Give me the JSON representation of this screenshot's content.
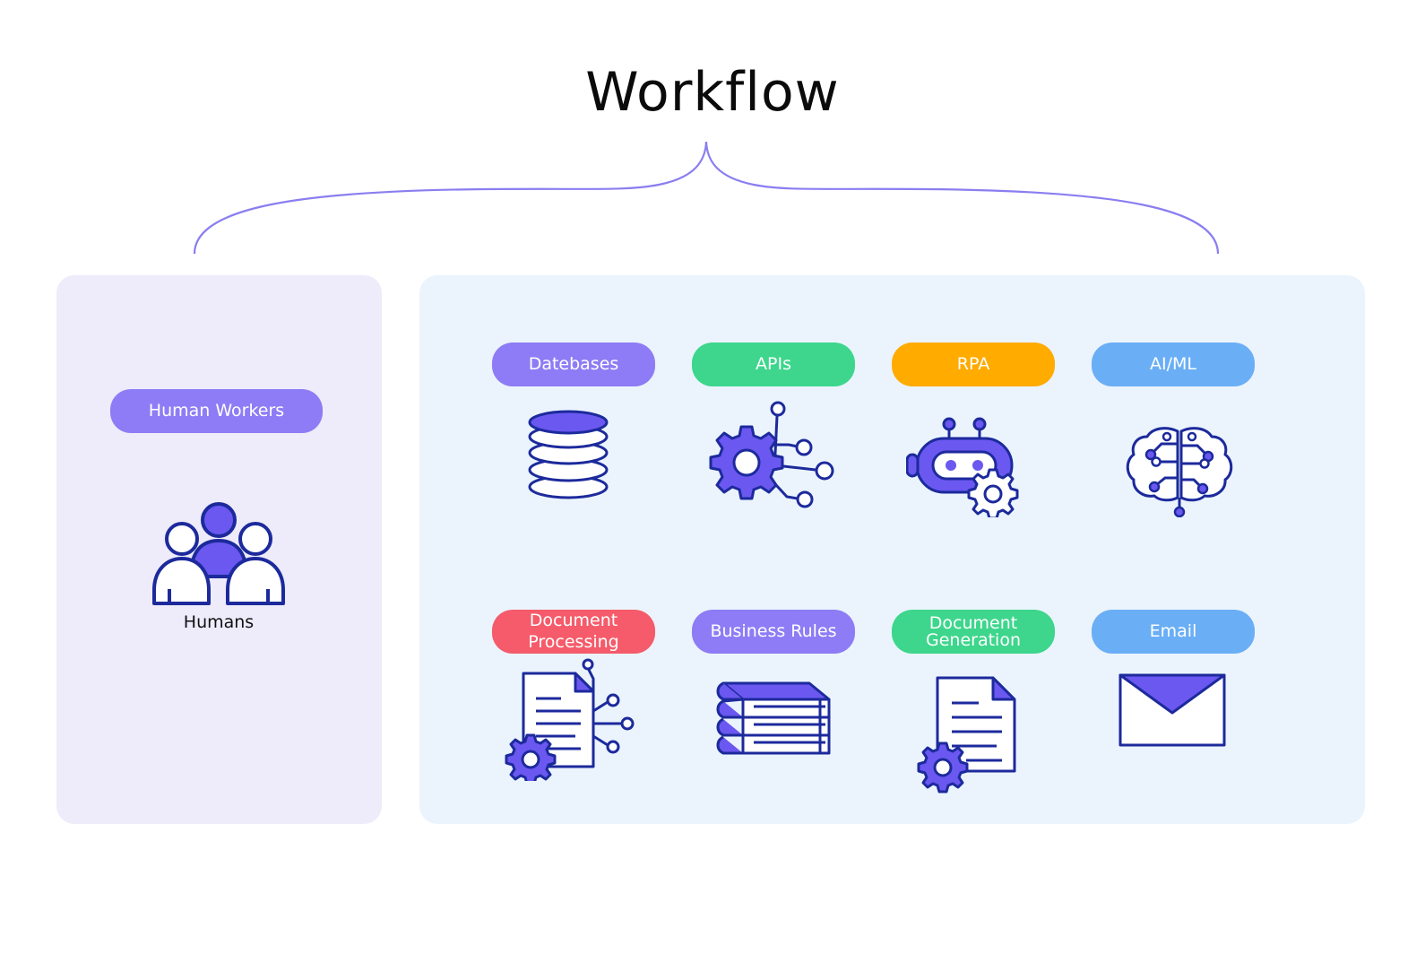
{
  "title": "Workflow",
  "colors": {
    "purple": "#8d7cf5",
    "green": "#3dd68c",
    "orange": "#ffab00",
    "blue": "#6aaef5",
    "red": "#f55b6a",
    "icon_fill": "#6b58f0",
    "icon_stroke": "#1c2a9c",
    "left_panel": "#eeebfa",
    "right_panel": "#ebf4fd",
    "brace": "#8a7ef0"
  },
  "human": {
    "label": "Human Workers",
    "icon": "humans-icon",
    "caption": "Humans"
  },
  "tools": [
    {
      "label": "Datebases",
      "color": "purple",
      "icon": "database-icon"
    },
    {
      "label": "APIs",
      "color": "green",
      "icon": "api-gear-icon"
    },
    {
      "label": "RPA",
      "color": "orange",
      "icon": "robot-icon"
    },
    {
      "label": "AI/ML",
      "color": "blue",
      "icon": "brain-icon"
    },
    {
      "label": "Document Processing",
      "lines": [
        "Document",
        "Processing"
      ],
      "color": "red",
      "icon": "document-processing-icon"
    },
    {
      "label": "Business Rules",
      "color": "purple",
      "icon": "books-icon"
    },
    {
      "label": "Document Generation",
      "lines": [
        "Document",
        "Generation"
      ],
      "color": "green",
      "icon": "document-generation-icon"
    },
    {
      "label": "Email",
      "color": "blue",
      "icon": "envelope-icon"
    }
  ]
}
